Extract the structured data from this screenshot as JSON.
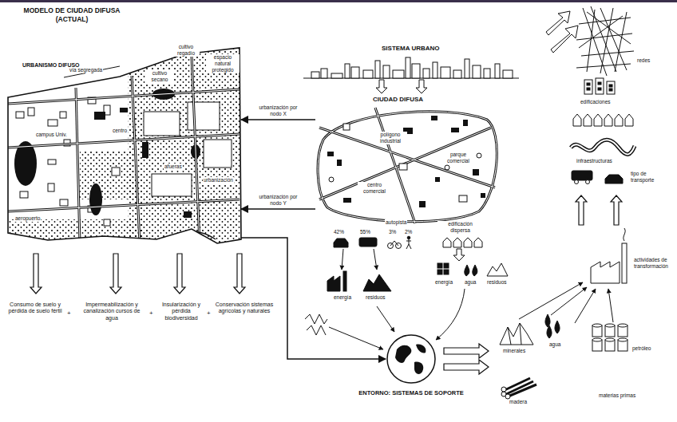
{
  "diagram": {
    "title": "MODELO DE CIUDAD DIFUSA (ACTUAL)",
    "nodes": [
      {
        "text": [
          "URBANISMO DIFUSO"
        ]
      },
      {
        "text": [
          "CIUDAD DIFUSA"
        ]
      },
      {
        "text": [
          "ENTORNO: SISTEMAS DE SOPORTE"
        ]
      }
    ],
    "edges": [
      {
        "from": 1,
        "to": 0,
        "arrow": "to",
        "label": "urbanización por nodo X"
      },
      {
        "from": 1,
        "to": 0,
        "arrow": "to",
        "label": "urbanización por nodo Y"
      },
      {
        "from": 0,
        "to": 2,
        "arrow": "to"
      }
    ],
    "labels": [
      "vía segregada",
      "cultivo regadío",
      "cultivo secano",
      "espacio natural protegido",
      "campus Univ.",
      "centro",
      "afueras",
      "urbanización",
      "aeropuerto",
      "Consumo de suelo y pérdida de suelo fértil",
      "+",
      "Impermeabilización y canalización cursos de agua",
      "+",
      "Insularización y pérdida biodiversidad",
      "+",
      "Conservación sistemas agrícolas y naturales",
      "SISTEMA URBANO",
      "polígono industrial",
      "parque comercial",
      "centro comercial",
      "autopista",
      "42%",
      "55%",
      "3%",
      "2%",
      "edificación dispersa",
      "energía",
      "residuos",
      "energía",
      "agua",
      "residuos",
      "redes",
      "edificaciones",
      "infraestructuras",
      "tipo de transporte",
      "actividades de transformación",
      "minerales",
      "agua",
      "petróleo",
      "madera",
      "materias primas"
    ]
  }
}
